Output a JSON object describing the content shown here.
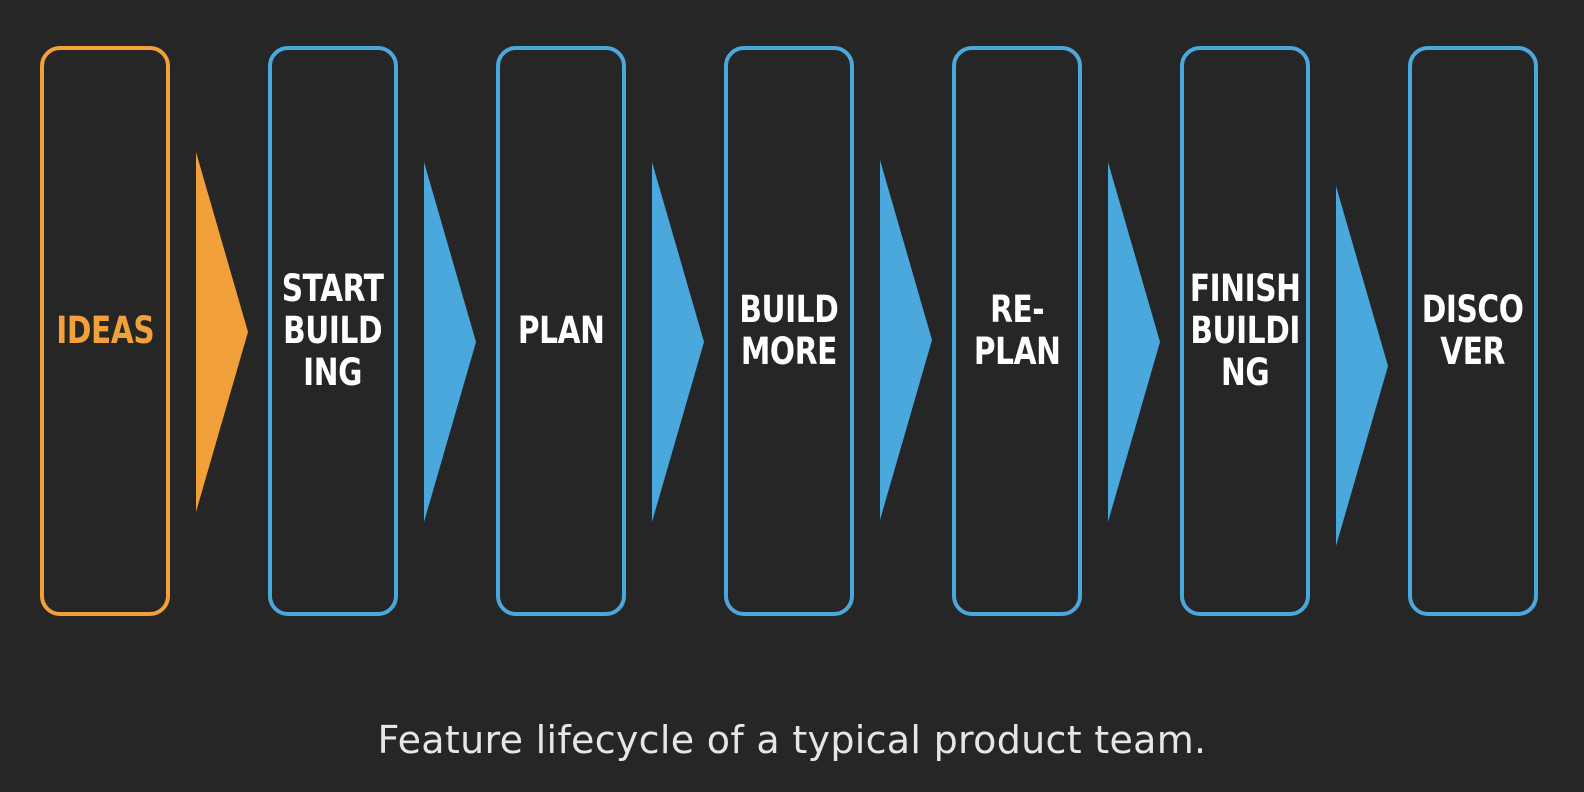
{
  "colors": {
    "background": "#262626",
    "start_stage": "#f2a03a",
    "stage": "#4aa8dc",
    "caption": "#e6e6e6"
  },
  "stages": [
    {
      "id": "ideas",
      "label": "IDEAS"
    },
    {
      "id": "start-building",
      "label": "START\nBUILD\nING"
    },
    {
      "id": "plan",
      "label": "PLAN"
    },
    {
      "id": "build-more",
      "label": "BUILD\nMORE"
    },
    {
      "id": "re-plan",
      "label": "RE-\nPLAN"
    },
    {
      "id": "finish-building",
      "label": "FINISH\nBUILDI\nNG"
    },
    {
      "id": "discover",
      "label": "DISCO\nVER"
    }
  ],
  "caption": "Feature lifecycle of a typical product team."
}
